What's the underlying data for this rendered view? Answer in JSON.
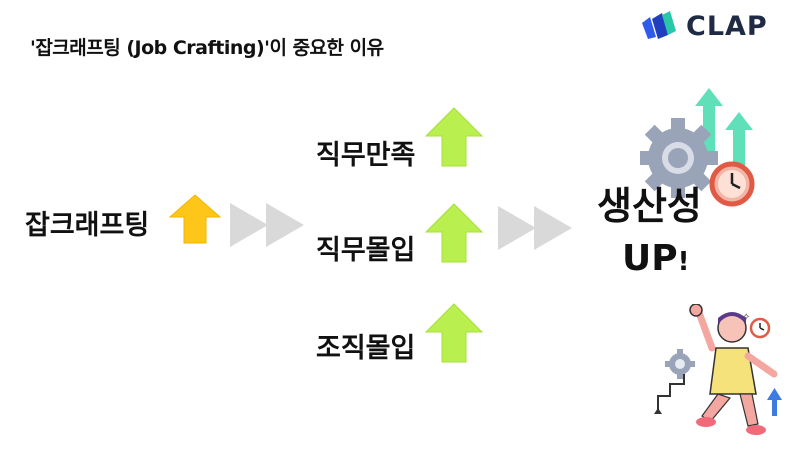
{
  "title": "'잡크래프팅 (Job Crafting)'이 중요한 이유",
  "brand": {
    "name": "CLAP",
    "colors": {
      "dark": "#1f2a44",
      "blue": "#2f5bea",
      "teal": "#28c7a8"
    }
  },
  "source": {
    "label": "잡크래프팅",
    "arrow_color": "#ffc61a"
  },
  "outcomes": [
    {
      "label": "직무만족"
    },
    {
      "label": "직무몰입"
    },
    {
      "label": "조직몰입"
    }
  ],
  "outcome_arrow_color": "#b9f04f",
  "connector_color": "#d9d9d9",
  "result": {
    "line1": "생산성",
    "line2": "UP",
    "suffix": "!"
  },
  "icons": {
    "gear_chart": "productivity-gear-clock-icon",
    "person": "celebrating-person-illustration"
  }
}
